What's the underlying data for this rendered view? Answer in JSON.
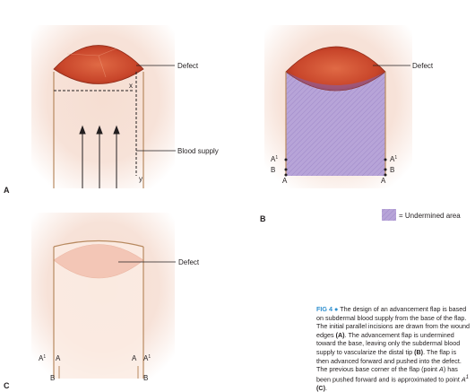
{
  "panels": {
    "a": {
      "letter": "A",
      "defect": "Defect",
      "x": "x",
      "blood_supply": "Blood supply",
      "y": "y"
    },
    "b": {
      "letter": "B",
      "defect": "Defect",
      "a1_left": "A",
      "a1_left_sup": "1",
      "b_left": "B",
      "a_left": "A",
      "a1_right": "A",
      "a1_right_sup": "1",
      "b_right": "B",
      "a_right": "A"
    },
    "c": {
      "letter": "C",
      "defect": "Defect",
      "a1_left": "A",
      "a1_left_sup": "1",
      "a_left": "A",
      "b_left": "B",
      "a_right": "A",
      "a1_right": "A",
      "a1_right_sup": "1",
      "b_right": "B"
    }
  },
  "legend": {
    "text": "= Undermined area",
    "swatch_color": "#b7a4d8"
  },
  "caption": {
    "label": "FIG 4",
    "bullet": "●",
    "t1": "The design of an advancement flap is based on subdermal blood supply from the base of the flap. The initial parallel incisions are drawn from the wound edges ",
    "b1": "(A)",
    "t2": ". The advancement flap is undermined toward the base, leaving only the subdermal blood supply to vascularize the distal tip ",
    "b2": "(B)",
    "t3": ". The flap is then advanced forward and pushed into the defect. The previous base corner of the flap (point ",
    "i1": "A",
    "t4": ") has been pushed forward and is approximated to point ",
    "i2": "A",
    "i2_sup": "1",
    "t5": " ",
    "b3": "(C)",
    "t6": "."
  },
  "colors": {
    "defect": "#c8452a",
    "skin": "#f4d6c8",
    "undermined": "#b7a4d8",
    "accent": "#2f8fce"
  }
}
